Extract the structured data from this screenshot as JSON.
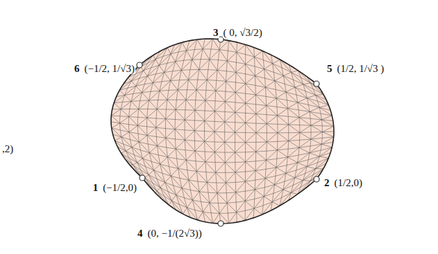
{
  "diagram": {
    "labels": [
      "3",
      "( 0, √3/2)",
      "6",
      "(−1/2, 1/√3)",
      "5",
      "(1/2, 1/√3 )",
      ",2)",
      "1",
      "(−1/2,0)",
      "2",
      "(1/2,0)",
      "4",
      "(0, −1/(2√3))"
    ]
  }
}
